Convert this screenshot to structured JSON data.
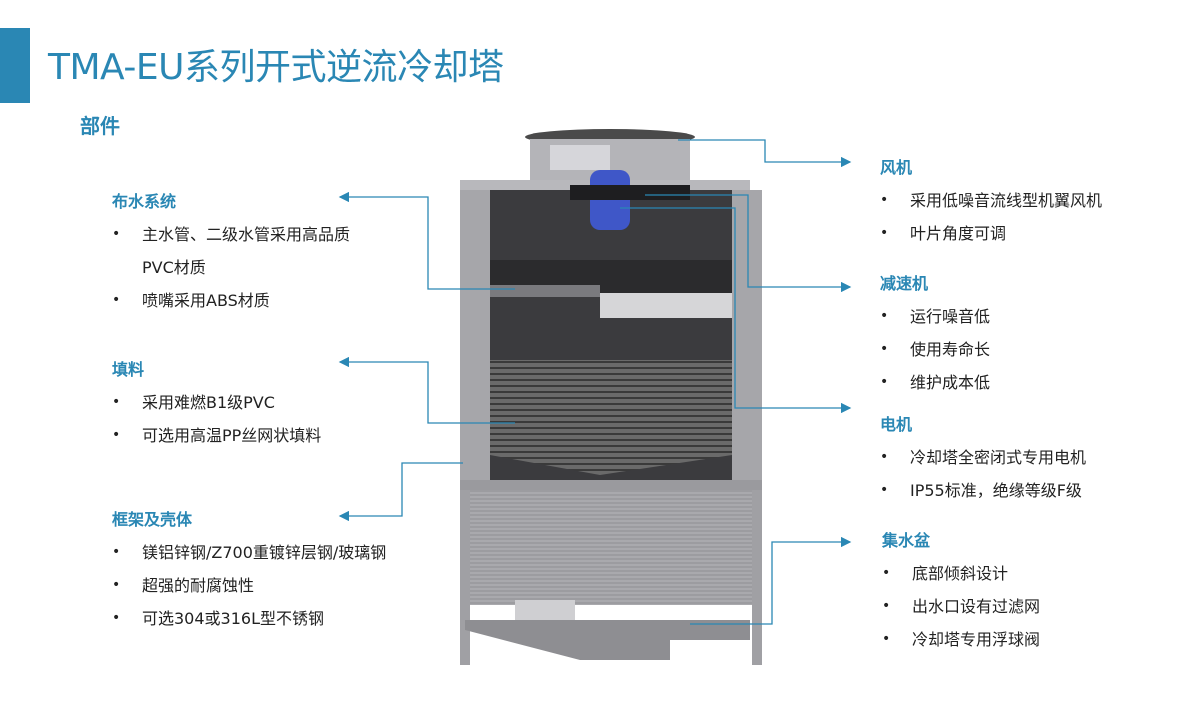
{
  "title": "TMA-EU系列开式逆流冷却塔",
  "subtitle": "部件",
  "colors": {
    "accent": "#2a87b4",
    "text": "#222222",
    "motor": "#3f57c8"
  },
  "left_sections": [
    {
      "heading": "布水系统",
      "items": [
        "主水管、二级水管采用高品质PVC材质",
        "喷嘴采用ABS材质"
      ]
    },
    {
      "heading": "填料",
      "items": [
        "采用难燃B1级PVC",
        "可选用高温PP丝网状填料"
      ]
    },
    {
      "heading": "框架及壳体",
      "items": [
        "镁铝锌钢/Z700重镀锌层钢/玻璃钢",
        "超强的耐腐蚀性",
        "可选304或316L型不锈钢"
      ]
    }
  ],
  "right_sections": [
    {
      "heading": "风机",
      "items": [
        "采用低噪音流线型机翼风机",
        "叶片角度可调"
      ]
    },
    {
      "heading": "减速机",
      "items": [
        "运行噪音低",
        "使用寿命长",
        "维护成本低"
      ]
    },
    {
      "heading": "电机",
      "items": [
        "冷却塔全密闭式专用电机",
        "IP55标准，绝缘等级F级"
      ]
    },
    {
      "heading": "集水盆",
      "items": [
        "底部倾斜设计",
        "出水口设有过滤网",
        "冷却塔专用浮球阀"
      ]
    }
  ]
}
